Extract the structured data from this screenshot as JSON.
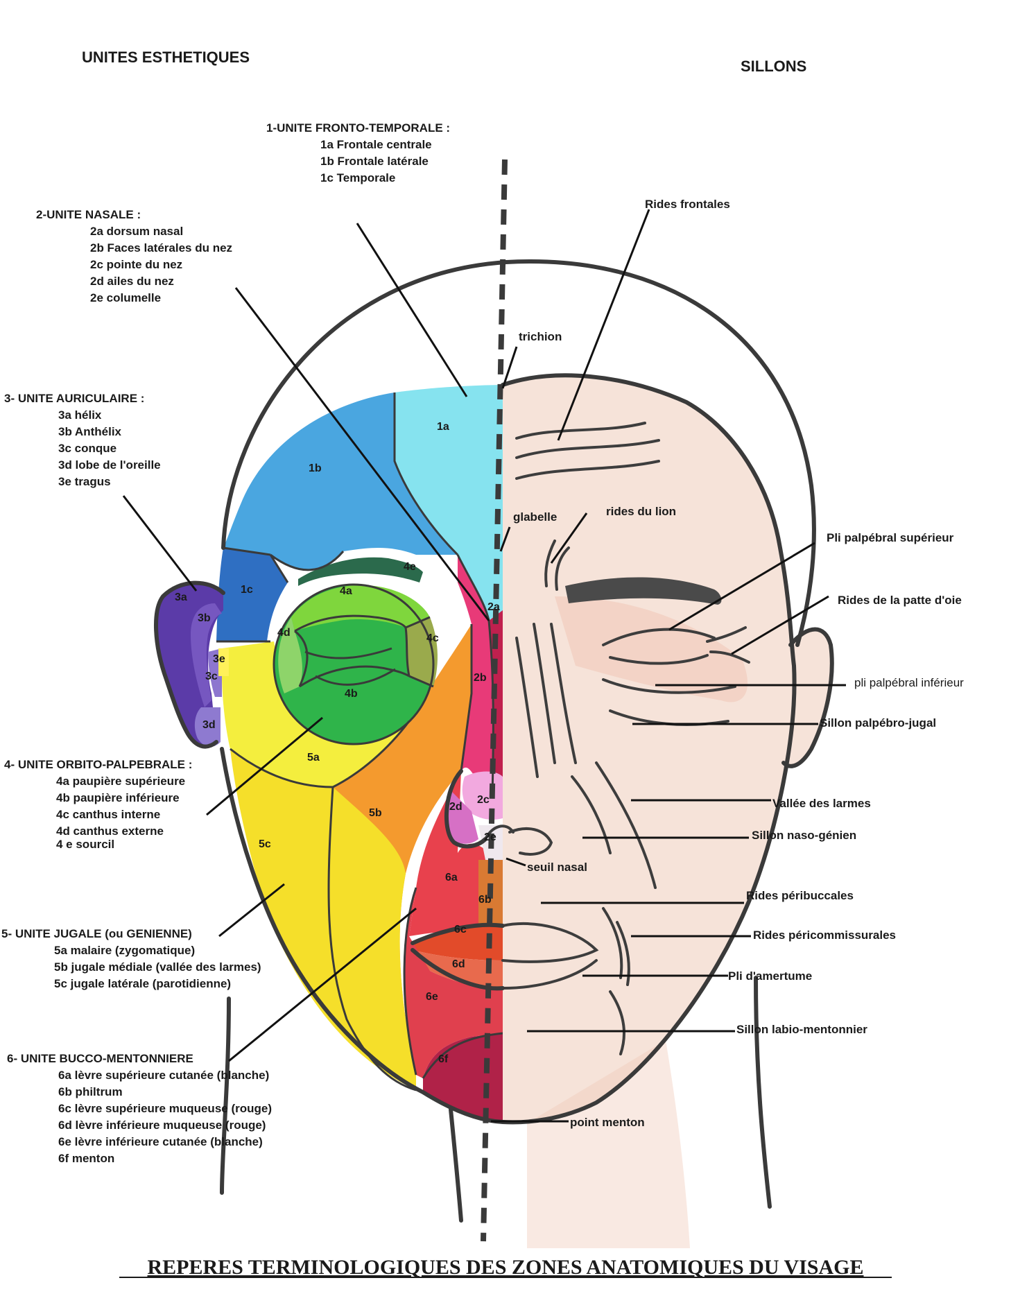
{
  "headings": {
    "left": "UNITES ESTHETIQUES",
    "right": "SILLONS"
  },
  "title": "REPERES TERMINOLOGIQUES DES ZONES ANATOMIQUES DU VISAGE",
  "units": [
    {
      "title": "1-UNITE FRONTO-TEMPORALE :",
      "items": [
        "1a Frontale centrale",
        "1b Frontale latérale",
        "1c Temporale"
      ]
    },
    {
      "title": "2-UNITE NASALE :",
      "items": [
        "2a dorsum nasal",
        "2b Faces latérales du nez",
        "2c pointe du nez",
        "2d ailes du nez",
        "2e columelle"
      ]
    },
    {
      "title": "3- UNITE AURICULAIRE :",
      "items": [
        "3a hélix",
        "3b Anthélix",
        "3c conque",
        "3d lobe de l'oreille",
        "3e tragus"
      ]
    },
    {
      "title": "4- UNITE ORBITO-PALPEBRALE :",
      "items": [
        "4a paupière supérieure",
        "4b paupière inférieure",
        "4c canthus interne",
        "4d canthus externe",
        "4 e sourcil"
      ]
    },
    {
      "title": "5- UNITE JUGALE (ou GENIENNE)",
      "items": [
        "5a  malaire (zygomatique)",
        "5b jugale médiale (vallée des larmes)",
        "5c jugale latérale (parotidienne)"
      ]
    },
    {
      "title": "6- UNITE BUCCO-MENTONNIERE",
      "items": [
        "6a lèvre supérieure cutanée (blanche)",
        "6b philtrum",
        "6c lèvre supérieure muqueuse (rouge)",
        "6d lèvre inférieure muqueuse (rouge)",
        "6e lèvre inférieure cutanée (blanche)",
        "6f menton"
      ]
    }
  ],
  "zones": {
    "z1a": "1a",
    "z1b": "1b",
    "z1c": "1c",
    "z2a": "2a",
    "z2b": "2b",
    "z2c": "2c",
    "z2d": "2d",
    "z2e": "2e",
    "z3a": "3a",
    "z3b": "3b",
    "z3c": "3c",
    "z3d": "3d",
    "z3e": "3e",
    "z4a": "4a",
    "z4b": "4b",
    "z4c": "4c",
    "z4d": "4d",
    "z4e": "4e",
    "z5a": "5a",
    "z5b": "5b",
    "z5c": "5c",
    "z6a": "6a",
    "z6b": "6b",
    "z6c": "6c",
    "z6d": "6d",
    "z6e": "6e",
    "z6f": "6f"
  },
  "landmarks": {
    "trichion": "trichion",
    "glabelle": "glabelle",
    "seuil_nasal": "seuil nasal",
    "point_menton": "point menton"
  },
  "sillons": {
    "rides_frontales": "Rides frontales",
    "rides_du_lion": "rides du lion",
    "pli_palpebral_superieur": "Pli palpébral supérieur",
    "rides_patte_oie": "Rides de la patte d'oie",
    "pli_palpebral_inferieur": "pli palpébral inférieur",
    "sillon_palpebro_jugal": "Sillon palpébro-jugal",
    "vallee_des_larmes": "Vallée des larmes",
    "sillon_naso_genien": "Sillon naso-génien",
    "rides_peribuccales": "Rides péribuccales",
    "rides_pericommissurales": "Rides péricommissurales",
    "pli_amertume": "Pli d'amertume",
    "sillon_labio_mentonnier": "Sillon labio-mentonnier"
  },
  "colors": {
    "z1a": "#86e3ef",
    "z1b": "#4aa6e0",
    "z1c": "#2f6fc2",
    "z2a": "#c0204e",
    "z2b": "#e83a78",
    "z2c": "#f2a9df",
    "z2d": "#d670c5",
    "z2e": "#efe8ee",
    "z3a": "#5b3ba8",
    "z3b": "#7657c0",
    "z3c": "#8d76cf",
    "z3d": "#8e7ad0",
    "z3e": "#fff15a",
    "z4a": "#7fd63d",
    "z4b": "#2fb44a",
    "z4c": "#9aaa4c",
    "z4d": "#8ed46a",
    "z4e": "#2b6a4c",
    "z5a": "#f4ee3e",
    "z5b": "#f49a2e",
    "z5c": "#f5df2a",
    "z6a": "#e8414d",
    "z6b": "#d97a33",
    "z6c": "#e24b2a",
    "z6d": "#e86a4d",
    "z6e": "#e0404e",
    "z6f": "#b02248",
    "skin": "#f6e3d9",
    "skin_shade": "#f0c7b6"
  }
}
